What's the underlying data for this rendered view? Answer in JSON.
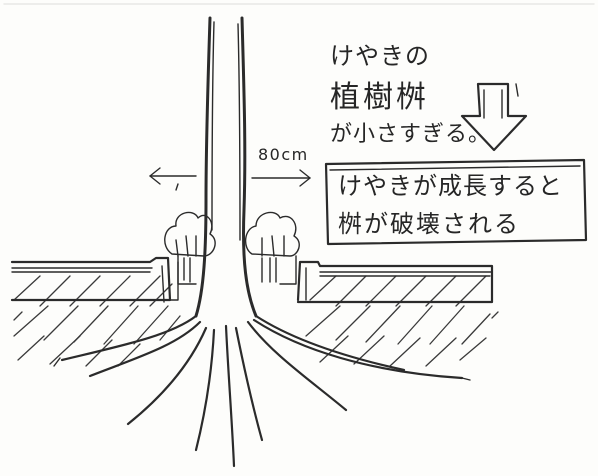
{
  "annotation": {
    "line1": "けやきの",
    "line2": "植樹桝",
    "line3": "が小さすぎる。"
  },
  "dimension": {
    "label": "80cm"
  },
  "callout": {
    "line1": "けやきが成長すると",
    "line2": "桝が破壊される"
  }
}
